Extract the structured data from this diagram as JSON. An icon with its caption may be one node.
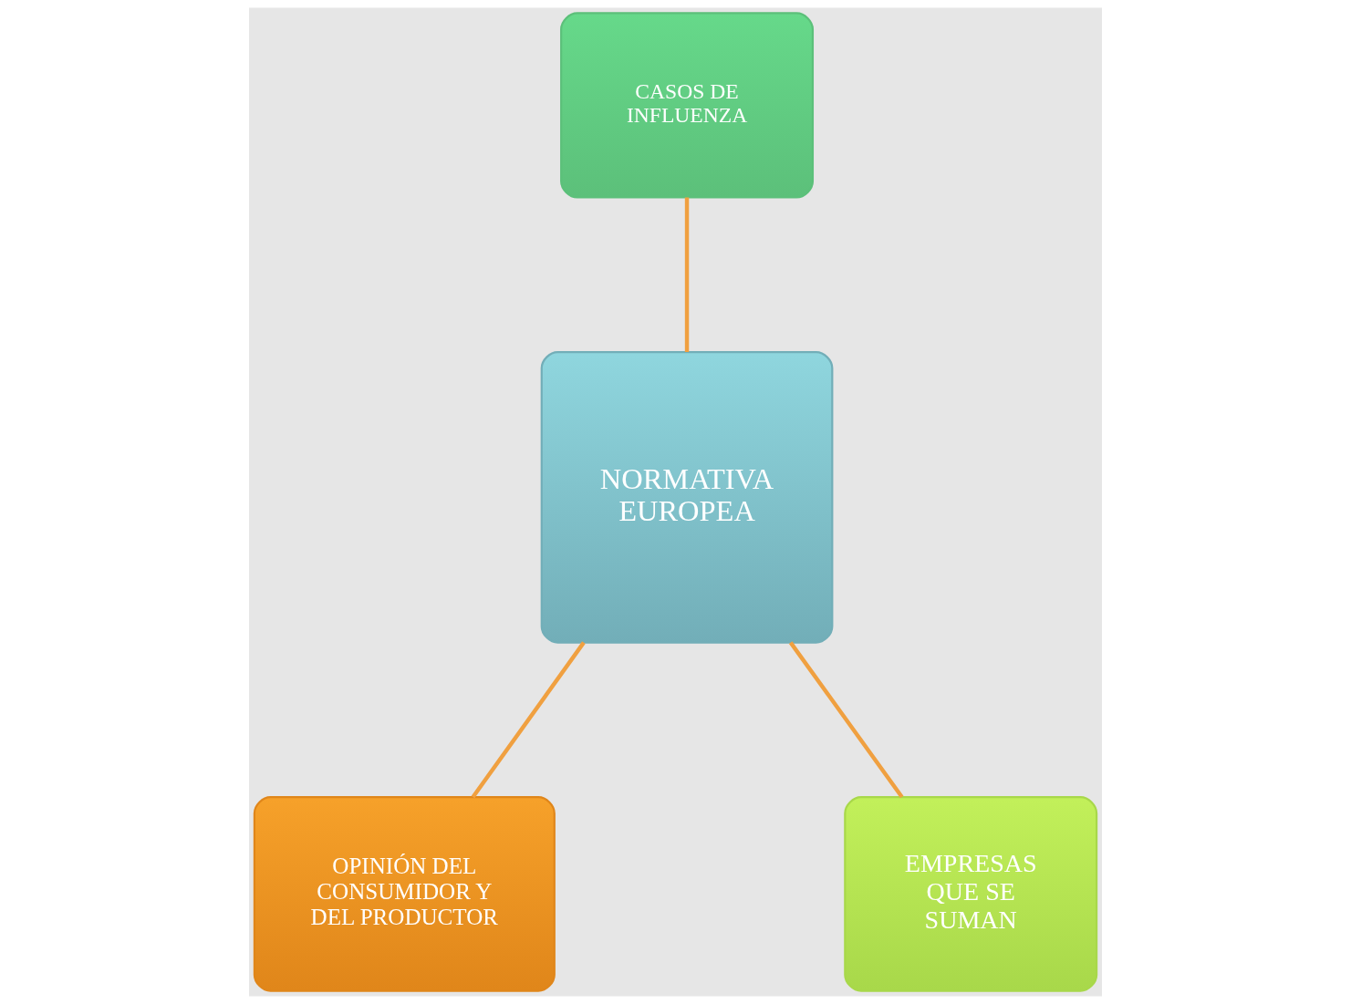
{
  "diagram": {
    "nodes": [
      {
        "text": [
          "CASOS DE INFLUENZA"
        ]
      },
      {
        "text": [
          "NORMATIVA EUROPEA"
        ]
      },
      {
        "text": [
          "OPINIÓN DEL CONSUMIDOR Y DEL PRODUCTOR"
        ]
      },
      {
        "text": [
          "EMPRESAS QUE SE SUMAN"
        ]
      }
    ],
    "edges": [
      {
        "from": 1,
        "to": 0,
        "arrow": "none"
      },
      {
        "from": 1,
        "to": 2,
        "arrow": "none"
      },
      {
        "from": 1,
        "to": 3,
        "arrow": "none"
      }
    ]
  }
}
